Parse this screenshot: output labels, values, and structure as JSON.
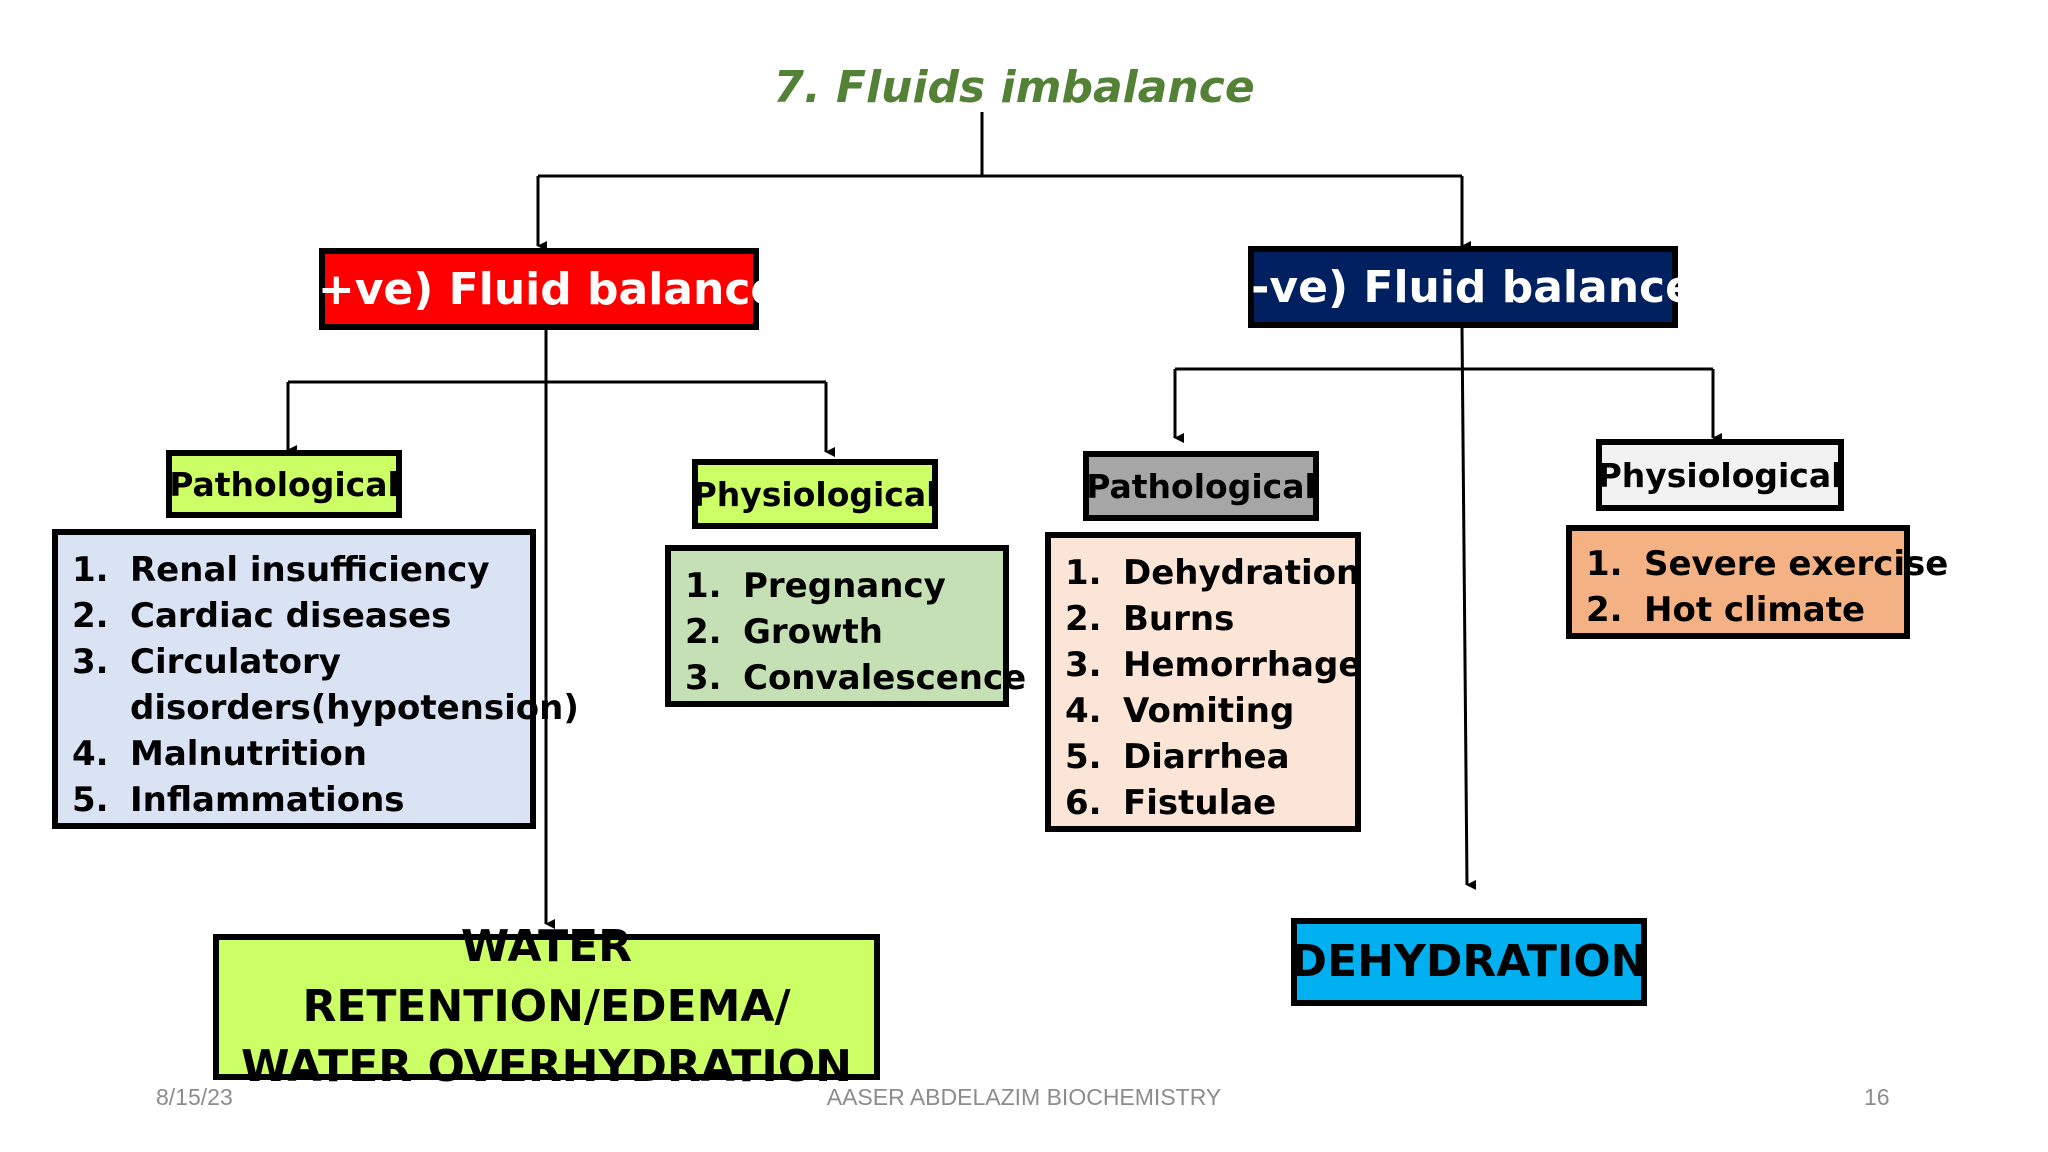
{
  "title": "7. Fluids imbalance",
  "positive": {
    "label": "(+ve) Fluid balance",
    "color": "#ff0000",
    "pathological": {
      "label": "Pathological",
      "items": [
        {
          "num": "1.",
          "lines": [
            "Renal insufficiency"
          ]
        },
        {
          "num": "2.",
          "lines": [
            "Cardiac diseases"
          ]
        },
        {
          "num": "3.",
          "lines": [
            "Circulatory",
            "disorders(hypotension)"
          ]
        },
        {
          "num": "4.",
          "lines": [
            "Malnutrition"
          ]
        },
        {
          "num": "5.",
          "lines": [
            "Inflammations"
          ]
        }
      ]
    },
    "physiological": {
      "label": "Physiological",
      "items": [
        {
          "num": "1.",
          "lines": [
            "Pregnancy"
          ]
        },
        {
          "num": "2.",
          "lines": [
            "Growth"
          ]
        },
        {
          "num": "3.",
          "lines": [
            "Convalescence"
          ]
        }
      ]
    },
    "result": [
      "WATER RETENTION/EDEMA/",
      "WATER OVERHYDRATION"
    ]
  },
  "negative": {
    "label": "(-ve) Fluid balance",
    "color": "#002060",
    "pathological": {
      "label": "Pathological",
      "items": [
        {
          "num": "1.",
          "lines": [
            "Dehydration"
          ]
        },
        {
          "num": "2.",
          "lines": [
            "Burns"
          ]
        },
        {
          "num": "3.",
          "lines": [
            "Hemorrhage"
          ]
        },
        {
          "num": "4.",
          "lines": [
            "Vomiting"
          ]
        },
        {
          "num": "5.",
          "lines": [
            "Diarrhea"
          ]
        },
        {
          "num": "6.",
          "lines": [
            "Fistulae"
          ]
        }
      ]
    },
    "physiological": {
      "label": "Physiological",
      "items": [
        {
          "num": "1.",
          "lines": [
            "Severe exercise"
          ]
        },
        {
          "num": "2.",
          "lines": [
            "Hot climate"
          ]
        }
      ]
    },
    "result": [
      "DEHYDRATION"
    ]
  },
  "colors": {
    "title": "#538135",
    "lime": "#ccff66",
    "blue_list": "#dae3f3",
    "green_list": "#c5e0b4",
    "gray_label": "#a6a6a6",
    "peach_list": "#fbe5d6",
    "light_gray_label": "#f2f2f2",
    "orange_list": "#f4b183",
    "cyan": "#00b0f0"
  },
  "footer": {
    "date": "8/15/23",
    "author": "AASER ABDELAZIM BIOCHEMISTRY",
    "page": "16"
  }
}
